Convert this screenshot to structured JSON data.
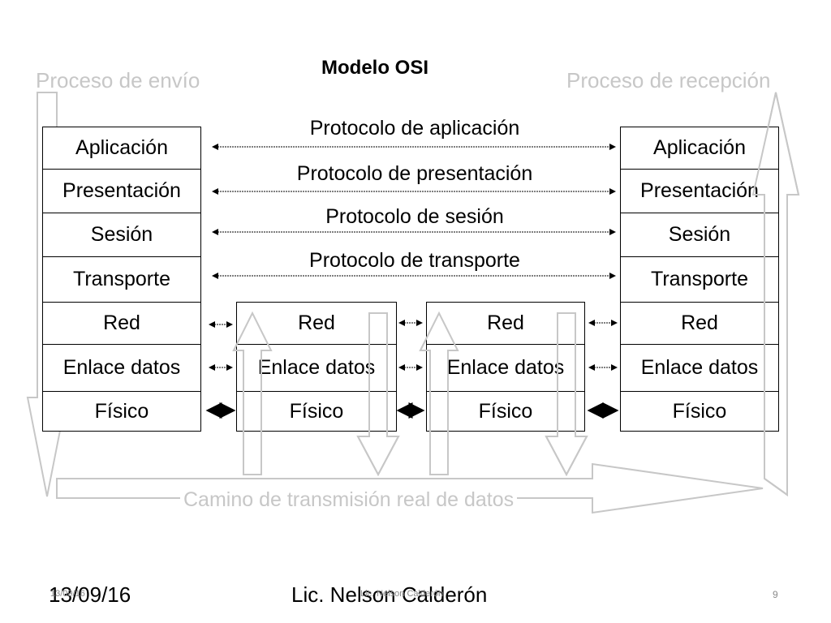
{
  "title": "Modelo OSI",
  "left_process_label": "Proceso de envío",
  "right_process_label": "Proceso de recepción",
  "end_stacks": {
    "layers": [
      "Aplicación",
      "Presentación",
      "Sesión",
      "Transporte",
      "Red",
      "Enlace datos",
      "Físico"
    ]
  },
  "relay_stacks": {
    "layers": [
      "Red",
      "Enlace datos",
      "Físico"
    ]
  },
  "protocols": [
    "Protocolo de aplicación",
    "Protocolo de presentación",
    "Protocolo de sesión",
    "Protocolo de transporte"
  ],
  "transmission_path_label": "Camino de transmisión real de datos",
  "footer": {
    "date": "13/09/16",
    "author": "Lic. Nelson Calderón",
    "date_small": "13/09/16",
    "author_small": "Lic. Nelson Calderón",
    "page": "9"
  },
  "colors": {
    "line": "#000000",
    "path_outline": "#c7c7c7",
    "label_gray": "#c7c7c7"
  }
}
